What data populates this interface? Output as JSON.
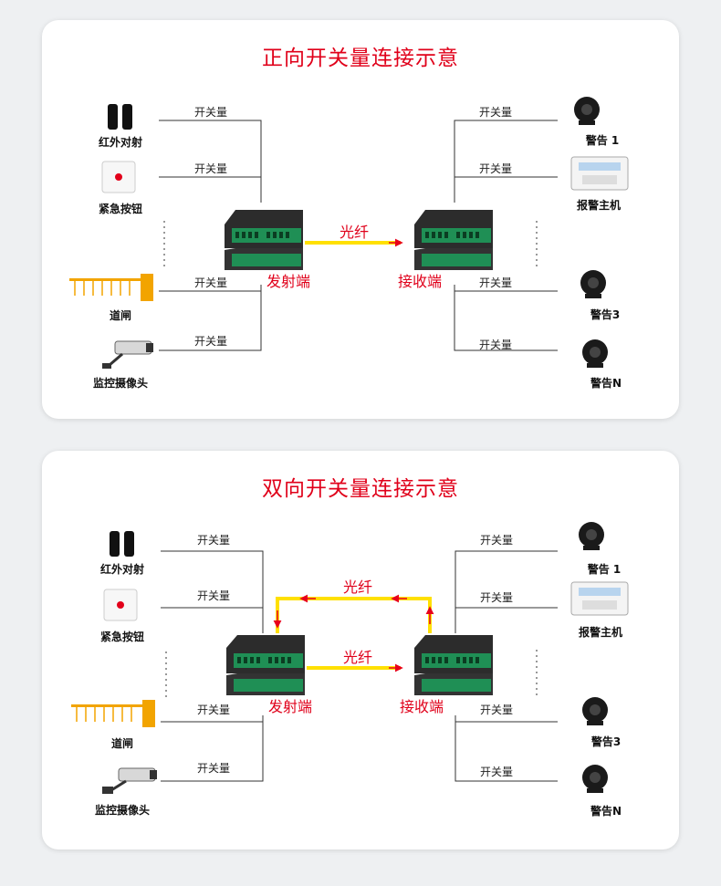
{
  "panel1": {
    "title": "正向开关量连接示意",
    "link": "光纤",
    "transmitter": "发射端",
    "receiver": "接收端",
    "switch_label": "开关量",
    "left_devices": [
      "红外对射",
      "紧急按钮",
      "道闸",
      "监控摄像头"
    ],
    "right_devices": [
      "警告 1",
      "报警主机",
      "警告3",
      "警告N"
    ]
  },
  "panel2": {
    "title": "双向开关量连接示意",
    "link_top": "光纤",
    "link_bottom": "光纤",
    "transmitter": "发射端",
    "receiver": "接收端",
    "switch_label": "开关量",
    "left_devices": [
      "红外对射",
      "紧急按钮",
      "道闸",
      "监控摄像头"
    ],
    "right_devices": [
      "警告 1",
      "报警主机",
      "警告3",
      "警告N"
    ]
  },
  "colors": {
    "fiber": "#ffe000",
    "arrow": "#e8001c",
    "title": "#e0001a"
  }
}
